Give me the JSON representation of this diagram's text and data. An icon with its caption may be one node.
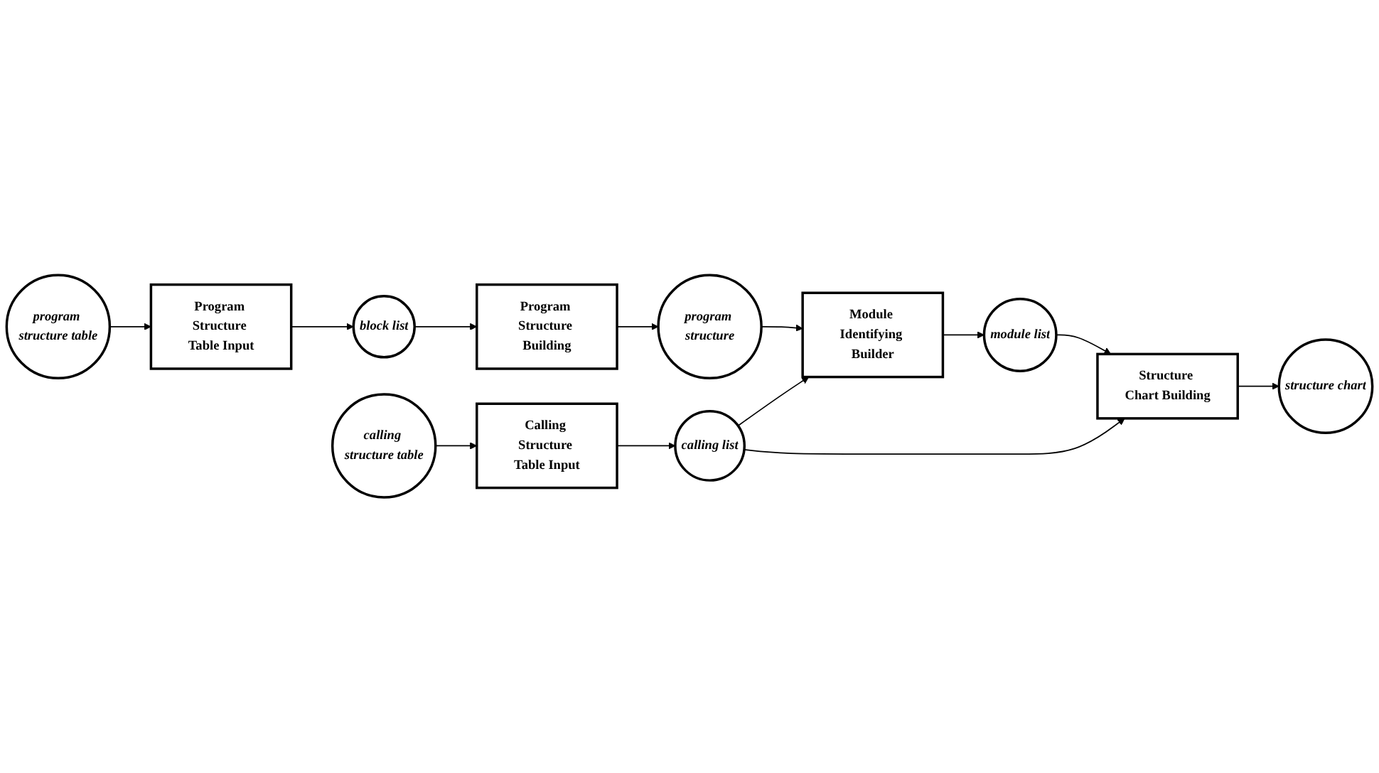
{
  "diagram": {
    "nodes": [
      {
        "text": [
          "program structure table"
        ]
      },
      {
        "text": [
          "Program Structure Building"
        ]
      },
      {
        "text": [
          "program structure"
        ]
      },
      {
        "text": [
          "Program Structure Table Input"
        ]
      },
      {
        "text": [
          "block list"
        ]
      },
      {
        "text": [
          "Module Identifying Builder"
        ]
      },
      {
        "text": [
          "module list"
        ]
      },
      {
        "text": [
          "calling structure table"
        ]
      },
      {
        "text": [
          "Calling Structure Table Input"
        ]
      },
      {
        "text": [
          "calling list"
        ]
      },
      {
        "text": [
          "Structure Chart Building"
        ]
      },
      {
        "text": [
          "structure chart"
        ]
      }
    ],
    "edges": [
      {
        "from": 0,
        "to": 3,
        "arrow": "to"
      },
      {
        "from": 3,
        "to": 4,
        "arrow": "to"
      },
      {
        "from": 4,
        "to": 1,
        "arrow": "to"
      },
      {
        "from": 1,
        "to": 2,
        "arrow": "to"
      },
      {
        "from": 2,
        "to": 5,
        "arrow": "to"
      },
      {
        "from": 9,
        "to": 5,
        "arrow": "to"
      },
      {
        "from": 5,
        "to": 6,
        "arrow": "to"
      },
      {
        "from": 6,
        "to": 10,
        "arrow": "to"
      },
      {
        "from": 7,
        "to": 8,
        "arrow": "to"
      },
      {
        "from": 8,
        "to": 9,
        "arrow": "to"
      },
      {
        "from": 9,
        "to": 10,
        "arrow": "to"
      },
      {
        "from": 10,
        "to": 11,
        "arrow": "to"
      }
    ]
  }
}
